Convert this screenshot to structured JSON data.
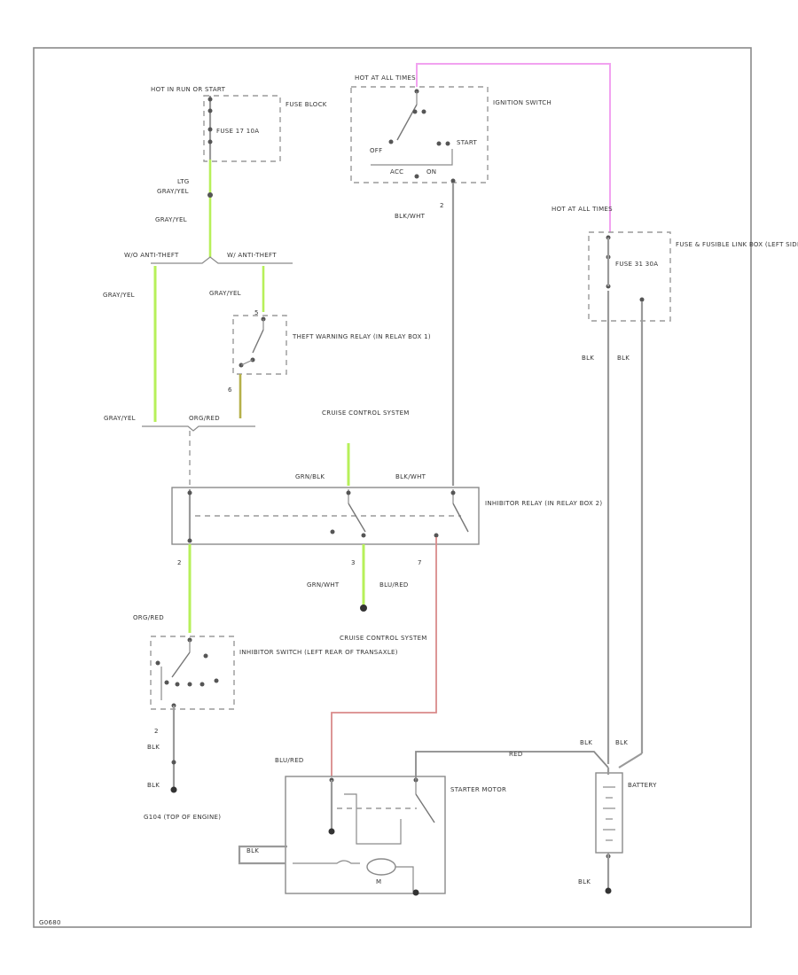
{
  "colors": {
    "green": "#b7f05a",
    "pink": "#f2a2f0",
    "red": "#d98a8a",
    "olive": "#b6b04a",
    "wire": "#9a9a9a"
  },
  "labels": {
    "hot_run_start": "HOT IN RUN OR START",
    "fuse_block": "FUSE BLOCK",
    "fuse_17": "FUSE 17 10A",
    "wire_ltg": "LTG",
    "gray_yel_1": "GRAY/YEL",
    "gray_yel_2": "GRAY/YEL",
    "gray_yel_left": "GRAY/YEL",
    "gray_yel_relay": "GRAY/YEL",
    "gray_yel_bottom": "GRAY/YEL",
    "splice_left": "W/O ANTI-THEFT",
    "splice_right": "W/ ANTI-THEFT",
    "theft_relay": "THEFT WARNING RELAY (IN RELAY BOX 1)",
    "relay_pin_top": "5",
    "relay_pin_bottom": "6",
    "org_red_upper": "ORG/RED",
    "cruise_top": "CRUISE CONTROL SYSTEM",
    "grn_blk": "GRN/BLK",
    "blk_wht_upper": "BLK/WHT",
    "blk_wht_mid": "BLK/WHT",
    "hot_at_all_times_1": "HOT AT ALL TIMES",
    "hot_at_all_times_2": "HOT AT ALL TIMES",
    "ignition_switch": "IGNITION SWITCH",
    "sw_off": "OFF",
    "sw_start": "START",
    "sw_acc": "ACC",
    "sw_on": "ON",
    "pin_2_ign": "2",
    "fuse_box": "FUSE & FUSIBLE LINK BOX (LEFT SIDE OF ENGINE COMPT)",
    "fuse_31": "FUSE 31 30A",
    "blk_a": "BLK",
    "blk_b": "BLK",
    "inhibitor_relay": "INHIBITOR RELAY (IN RELAY BOX 2)",
    "inh_pin_2": "2",
    "inh_pin_3": "3",
    "inh_pin_7": "7",
    "grn_wht": "GRN/WHT",
    "blu_red_mid": "BLU/RED",
    "cruise_bottom": "CRUISE CONTROL SYSTEM",
    "org_red_lower": "ORG/RED",
    "inhibitor_switch": "INHIBITOR SWITCH (LEFT REAR OF TRANSAXLE)",
    "sw_pin_2": "2",
    "blk_sw1": "BLK",
    "blk_sw2": "BLK",
    "ground": "G104 (TOP OF ENGINE)",
    "blu_red_bottom": "BLU/RED",
    "starter": "STARTER MOTOR",
    "blk_starter": "BLK",
    "starter_m": "M",
    "blk_bat1": "BLK",
    "blk_bat2": "BLK",
    "battery": "BATTERY",
    "blk_bat_gnd": "BLK",
    "wire_red": "RED",
    "figure_id": "G0680"
  }
}
